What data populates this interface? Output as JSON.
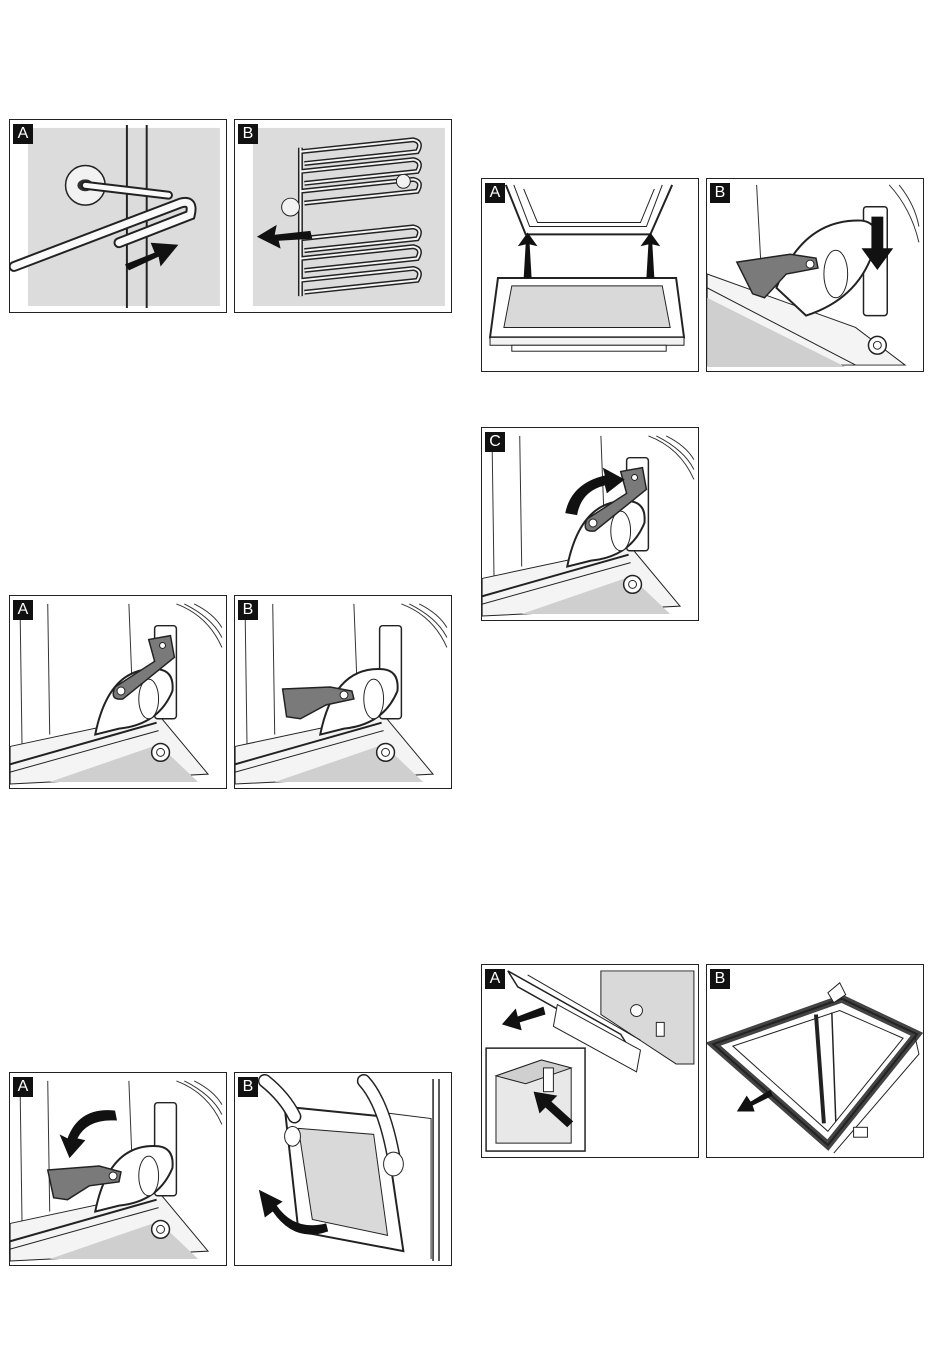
{
  "figures": {
    "fig1": {
      "a_label": "A",
      "b_label": "B"
    },
    "fig2": {
      "a_label": "A",
      "b_label": "B"
    },
    "fig3": {
      "a_label": "A",
      "b_label": "B"
    },
    "fig4": {
      "a_label": "A",
      "b_label": "B"
    },
    "fig5": {
      "c_label": "C"
    },
    "fig6": {
      "a_label": "A",
      "b_label": "B"
    }
  },
  "colors": {
    "frame": "#222222",
    "shade": "#d9d9d9",
    "lever": "#7a7a7a",
    "arrow": "#111111"
  }
}
